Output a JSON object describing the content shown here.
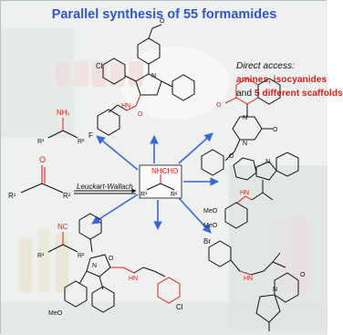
{
  "title": "Parallel synthesis of 55 formamides",
  "direct_access": {
    "line1": "Direct access:",
    "line2": "amines, isocyanides",
    "line3_prefix": "and",
    "line3_highlight": "5 different scaffolds"
  },
  "reaction_label": "Leuckart-Wallach",
  "center_group": "NHCHO",
  "labels": {
    "r1": "R¹",
    "r2": "R²",
    "nh2": "NH₂",
    "nc": "NC",
    "o": "O",
    "meo": "MeO",
    "cl": "Cl",
    "f": "F",
    "br": "Br",
    "hn": "HN",
    "n": "N"
  },
  "colors": {
    "title": "#2f57c9",
    "highlight": "#e0201a",
    "arrow": "#3a66d8",
    "bond": "#111111"
  }
}
